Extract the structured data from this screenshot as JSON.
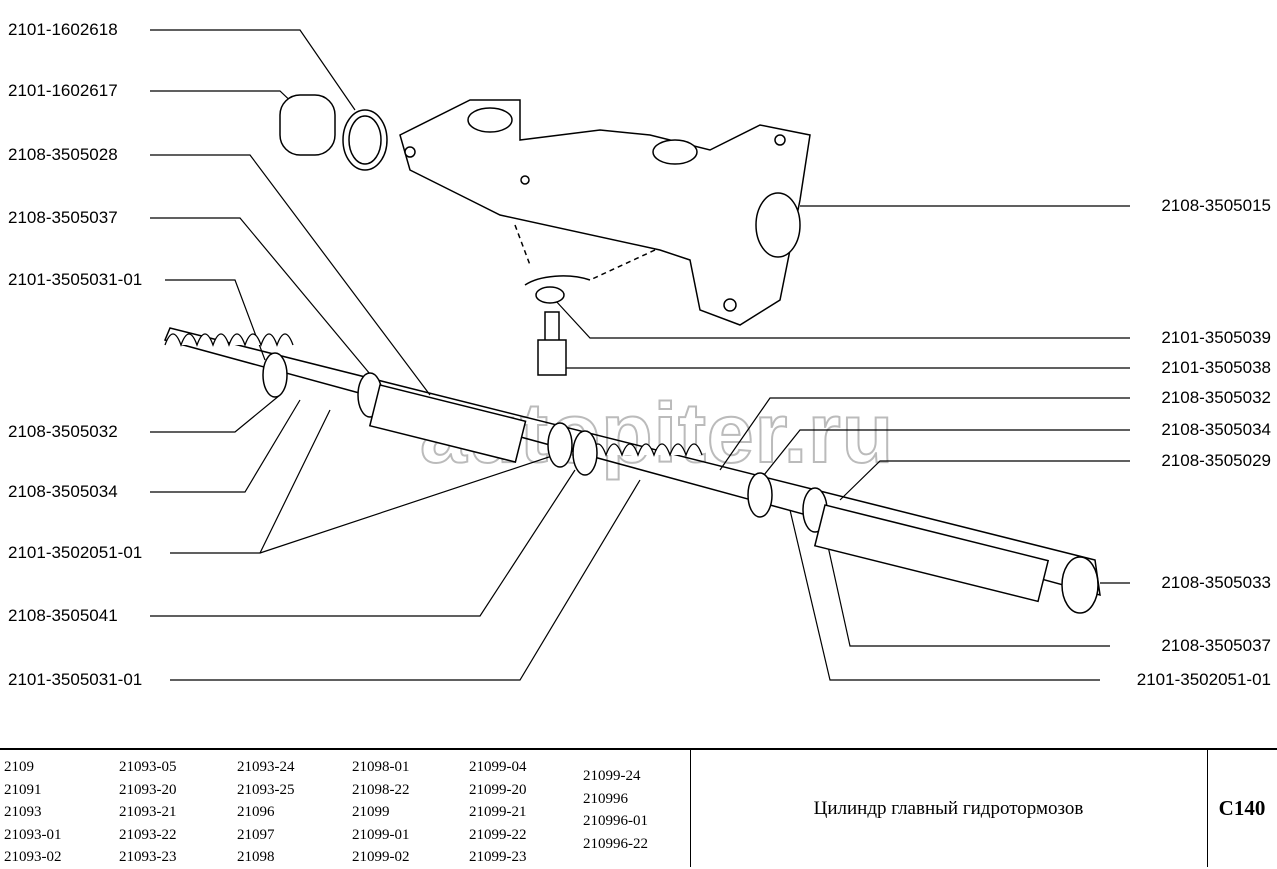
{
  "left_labels": [
    "2101-1602618",
    "2101-1602617",
    "2108-3505028",
    "2108-3505037",
    "2101-3505031-01",
    "2108-3505032",
    "2108-3505034",
    "2101-3502051-01",
    "2108-3505041",
    "2101-3505031-01"
  ],
  "right_labels": [
    "2108-3505015",
    "2101-3505039",
    "2101-3505038",
    "2108-3505032",
    "2108-3505034",
    "2108-3505029",
    "2108-3505033",
    "2108-3505037",
    "2101-3502051-01"
  ],
  "watermark": "autopiter.ru",
  "models": [
    [
      "2109",
      "21091",
      "21093",
      "21093-01",
      "21093-02"
    ],
    [
      "21093-05",
      "21093-20",
      "21093-21",
      "21093-22",
      "21093-23"
    ],
    [
      "21093-24",
      "21093-25",
      "21096",
      "21097",
      "21098"
    ],
    [
      "21098-01",
      "21098-22",
      "21099",
      "21099-01",
      "21099-02"
    ],
    [
      "21099-04",
      "21099-20",
      "21099-21",
      "21099-22",
      "21099-23"
    ],
    [
      "21099-24",
      "210996",
      "210996-01",
      "210996-22"
    ]
  ],
  "title": "Цилиндр главный гидротормозов",
  "code": "С140"
}
